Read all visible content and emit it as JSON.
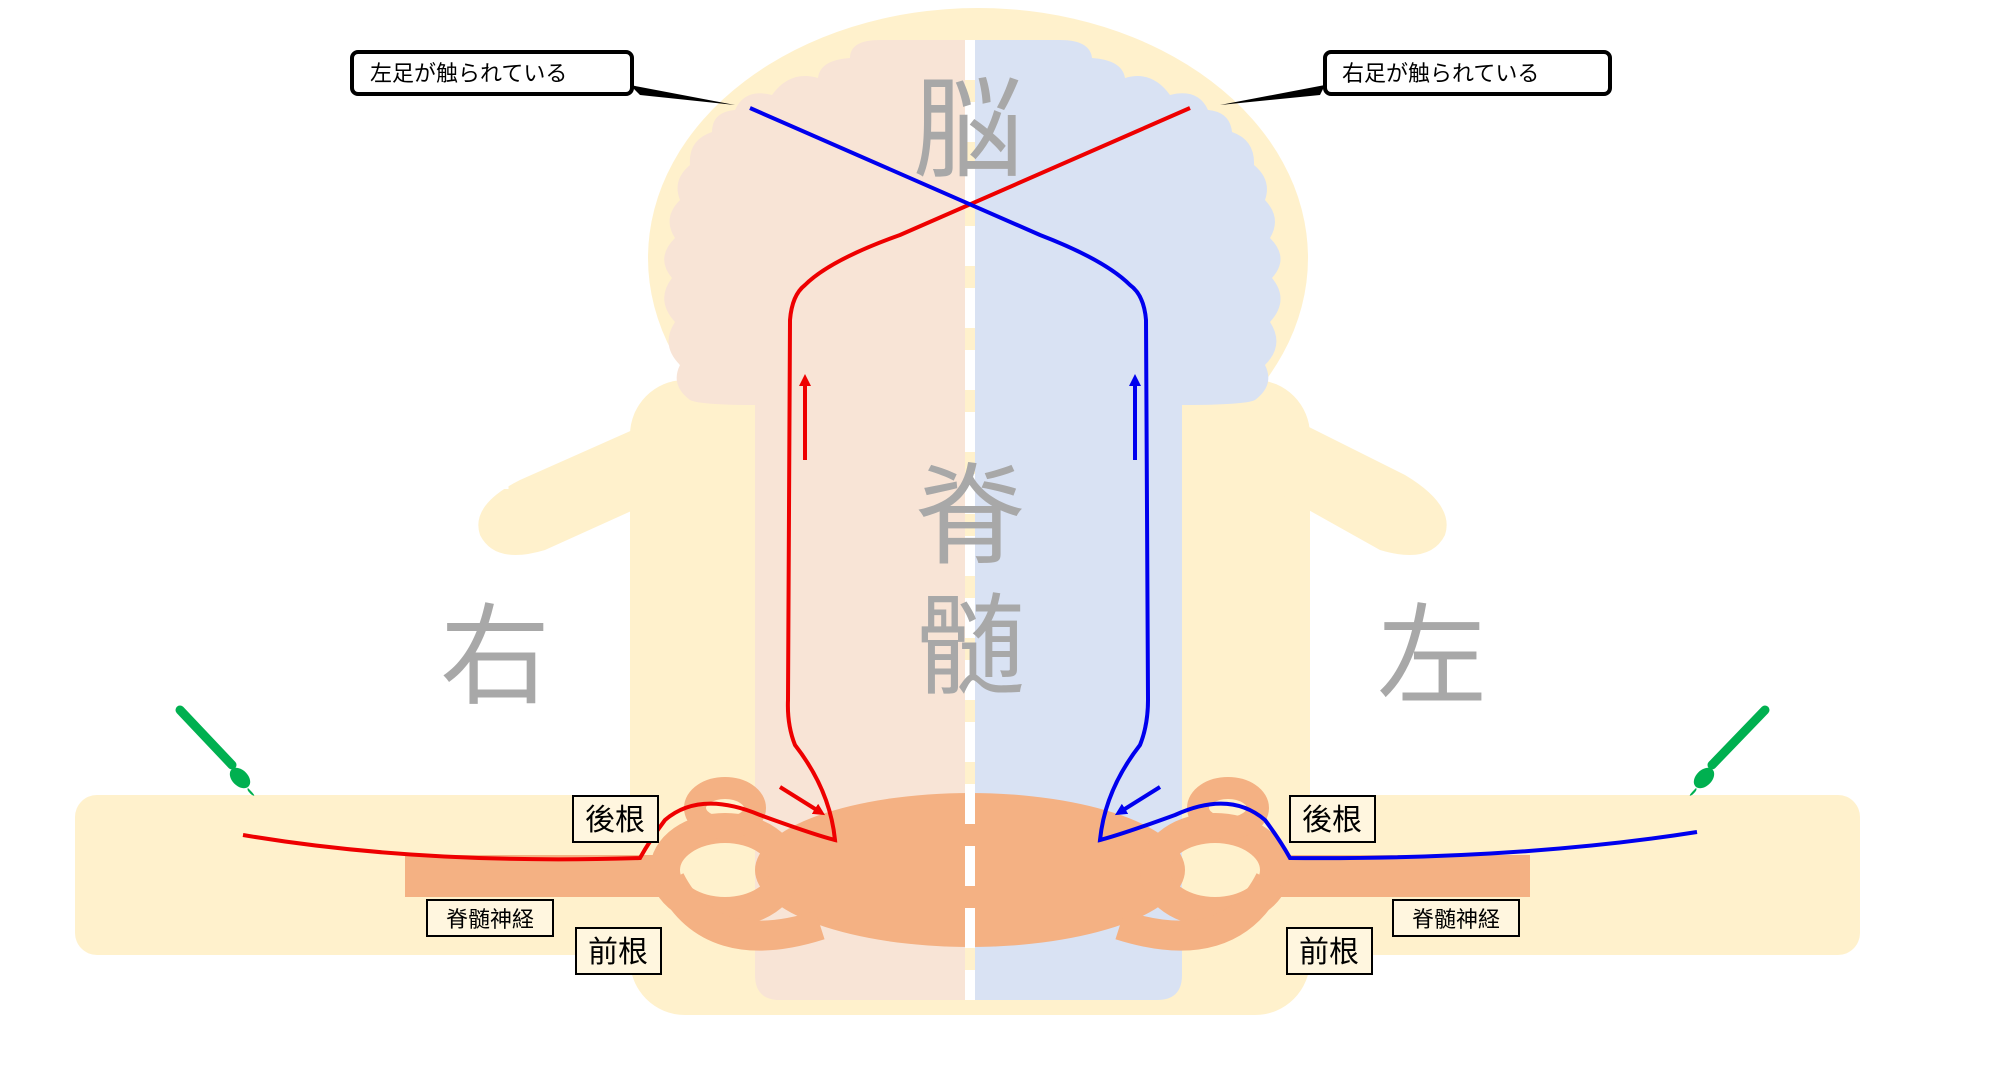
{
  "labels": {
    "brain": "脳",
    "spinal_cord_top": "脊",
    "spinal_cord_bottom": "髄",
    "right_side": "右",
    "left_side": "左",
    "dorsal_root": "後根",
    "ventral_root": "前根",
    "spinal_nerve": "脊髄神経"
  },
  "callouts": {
    "left_foot_touched": "左足が触られている",
    "right_foot_touched": "右足が触られている"
  },
  "colors": {
    "background_tissue": "#fff1cc",
    "right_half_tint": "#f8e4d6",
    "left_half_tint": "#d9e2f3",
    "gray_matter": "#f4b183",
    "right_pathway": "#ee0000",
    "left_pathway": "#0000ee",
    "stimulus_brush": "#00b050",
    "big_label_gray": "#a8a8a8"
  },
  "icons": {
    "stimulus": "paintbrush-icon",
    "flow_direction": "arrow-icon"
  }
}
